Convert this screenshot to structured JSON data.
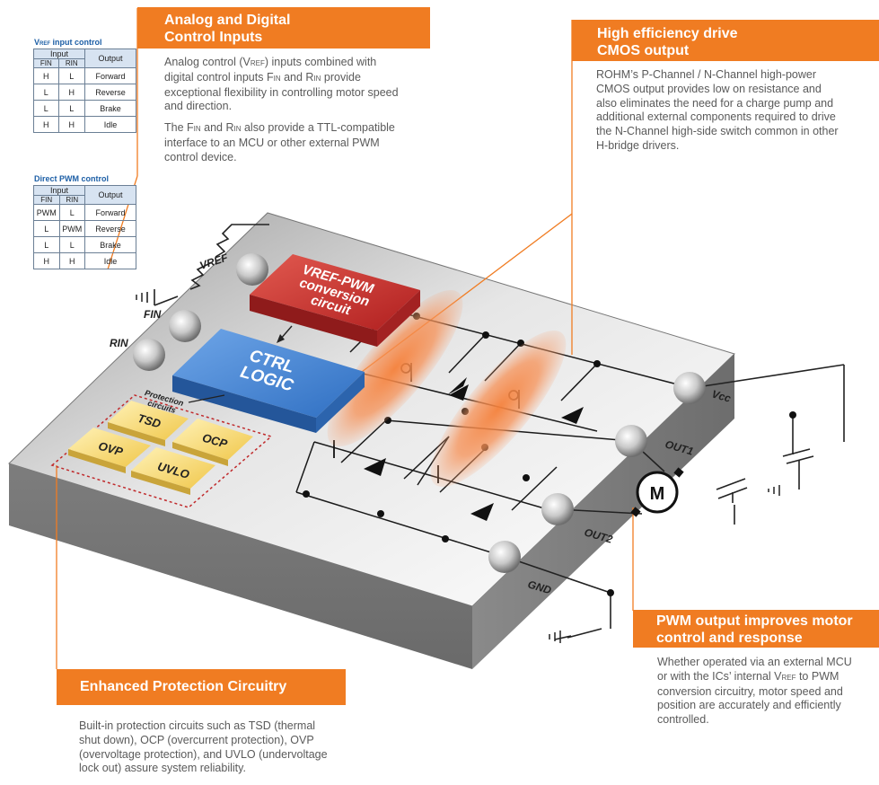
{
  "callouts": {
    "analog": {
      "title_line1": "Analog and Digital",
      "title_line2": "Control Inputs",
      "para1_a": "Analog control (V",
      "para1_sub": "REF",
      "para1_b": ") inputs combined with",
      "para1_line2_a": "digital control inputs F",
      "para1_line2_sub1": "IN",
      "para1_line2_b": " and R",
      "para1_line2_sub2": "IN",
      "para1_line2_c": " provide",
      "para1_line3": "exceptional flexibility in controlling motor speed",
      "para1_line4": "and direction.",
      "para2_a": "The F",
      "para2_sub1": "IN",
      "para2_b": " and R",
      "para2_sub2": "IN",
      "para2_c": " also provide a TTL-compatible",
      "para2_line2": "interface to an MCU or other external PWM",
      "para2_line3": "control device."
    },
    "cmos": {
      "title_line1": "High efficiency drive",
      "title_line2": "CMOS output",
      "lines": [
        "ROHM’s P-Channel / N-Channel high-power",
        "CMOS output provides low on resistance and",
        "also eliminates the need for a charge pump and",
        "additional external components required to drive",
        "the N-Channel high-side switch common in other",
        "H-bridge drivers."
      ]
    },
    "protection": {
      "title": "Enhanced Protection Circuitry",
      "lines": [
        "Built-in protection circuits such as TSD (thermal",
        "shut down), OCP (overcurrent protection), OVP",
        "(overvoltage protection), and UVLO (undervoltage",
        "lock out) assure system reliability."
      ]
    },
    "pwm": {
      "title_line1": "PWM output improves motor",
      "title_line2": "control and response",
      "line1": "Whether operated via an external MCU",
      "line2_a": "or with the ICs’ internal V",
      "line2_sub": "REF",
      "line2_b": " to PWM",
      "line3": "conversion circuitry, motor speed and",
      "line4": "position are accurately and efficiently",
      "line5": "controlled."
    }
  },
  "table_vref": {
    "title_a": "V",
    "title_sub": "REF",
    "title_b": " input control",
    "head_input": "Input",
    "head_output": "Output",
    "head_fin": "FIN",
    "head_rin": "RIN",
    "rows": [
      {
        "fin": "H",
        "rin": "L",
        "out": "Forward"
      },
      {
        "fin": "L",
        "rin": "H",
        "out": "Reverse"
      },
      {
        "fin": "L",
        "rin": "L",
        "out": "Brake"
      },
      {
        "fin": "H",
        "rin": "H",
        "out": "Idle"
      }
    ]
  },
  "table_pwm": {
    "title": "Direct PWM control",
    "head_input": "Input",
    "head_output": "Output",
    "head_fin": "FIN",
    "head_rin": "RIN",
    "rows": [
      {
        "fin": "PWM",
        "rin": "L",
        "out": "Forward"
      },
      {
        "fin": "L",
        "rin": "PWM",
        "out": "Reverse"
      },
      {
        "fin": "L",
        "rin": "L",
        "out": "Brake"
      },
      {
        "fin": "H",
        "rin": "H",
        "out": "Idle"
      }
    ]
  },
  "chip": {
    "vref_pin": "VREF",
    "fin_pin": "FIN",
    "rin_pin": "RIN",
    "vcc_pin": "Vcc",
    "out1_pin": "OUT1",
    "out2_pin": "OUT2",
    "gnd_pin": "GND",
    "vref_pwm_block_l1": "VREF-PWM",
    "vref_pwm_block_l2": "conversion",
    "vref_pwm_block_l3": "circuit",
    "ctrl_block_l1": "CTRL",
    "ctrl_block_l2": "LOGIC",
    "protection_label_l1": "Protection",
    "protection_label_l2": "circuits",
    "tsd": "TSD",
    "ocp": "OCP",
    "ovp": "OVP",
    "uvlo": "UVLO",
    "motor": "M"
  },
  "colors": {
    "accent_orange": "#f07c22",
    "table_blue": "#1d5fa6",
    "ctrl_blue": "#3d7fd0",
    "conv_red": "#c42a2a",
    "prot_yellow": "#f2d36a"
  }
}
